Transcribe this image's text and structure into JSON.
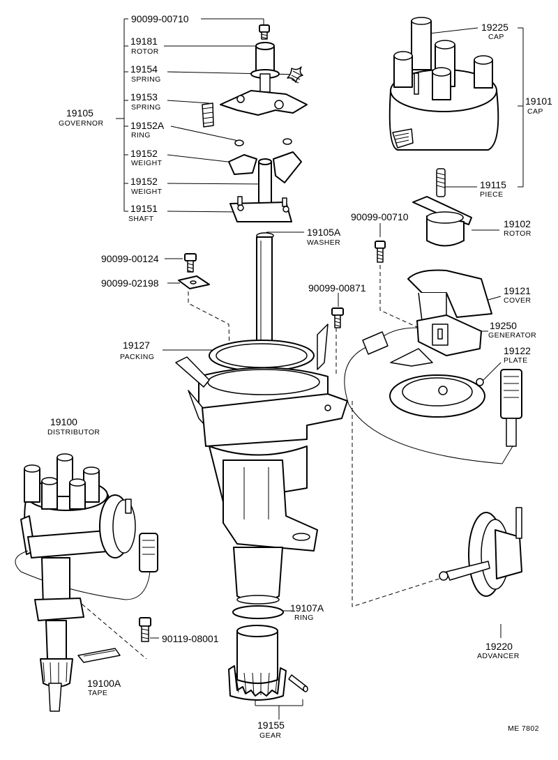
{
  "diagram": {
    "code": "ME 7802",
    "callouts": [
      {
        "id": "c_9009900710a",
        "number": "90099-00710",
        "name": ""
      },
      {
        "id": "c_19181",
        "number": "19181",
        "name": "ROTOR"
      },
      {
        "id": "c_19154",
        "number": "19154",
        "name": "SPRING"
      },
      {
        "id": "c_19153",
        "number": "19153",
        "name": "SPRING"
      },
      {
        "id": "c_19105",
        "number": "19105",
        "name": "GOVERNOR"
      },
      {
        "id": "c_19152a",
        "number": "19152A",
        "name": "RING"
      },
      {
        "id": "c_19152w1",
        "number": "19152",
        "name": "WEIGHT"
      },
      {
        "id": "c_19152w2",
        "number": "19152",
        "name": "WEIGHT"
      },
      {
        "id": "c_19151",
        "number": "19151",
        "name": "SHAFT"
      },
      {
        "id": "c_19105a",
        "number": "19105A",
        "name": "WASHER"
      },
      {
        "id": "c_9009900124",
        "number": "90099-00124",
        "name": ""
      },
      {
        "id": "c_9009902198",
        "number": "90099-02198",
        "name": ""
      },
      {
        "id": "c_19127",
        "number": "19127",
        "name": "PACKING"
      },
      {
        "id": "c_19225",
        "number": "19225",
        "name": "CAP"
      },
      {
        "id": "c_19101",
        "number": "19101",
        "name": "CAP"
      },
      {
        "id": "c_19115",
        "number": "19115",
        "name": "PIECE"
      },
      {
        "id": "c_9009900710b",
        "number": "90099-00710",
        "name": ""
      },
      {
        "id": "c_19102",
        "number": "19102",
        "name": "ROTOR"
      },
      {
        "id": "c_9009900871",
        "number": "90099-00871",
        "name": ""
      },
      {
        "id": "c_19121",
        "number": "19121",
        "name": "COVER"
      },
      {
        "id": "c_19250",
        "number": "19250",
        "name": "GENERATOR"
      },
      {
        "id": "c_19122",
        "number": "19122",
        "name": "PLATE"
      },
      {
        "id": "c_19100",
        "number": "19100",
        "name": "DISTRIBUTOR"
      },
      {
        "id": "c_19107a",
        "number": "19107A",
        "name": "RING"
      },
      {
        "id": "c_9011908001",
        "number": "90119-08001",
        "name": ""
      },
      {
        "id": "c_19100a",
        "number": "19100A",
        "name": "TAPE"
      },
      {
        "id": "c_19155",
        "number": "19155",
        "name": "GEAR"
      },
      {
        "id": "c_19220",
        "number": "19220",
        "name": "ADVANCER"
      }
    ]
  }
}
